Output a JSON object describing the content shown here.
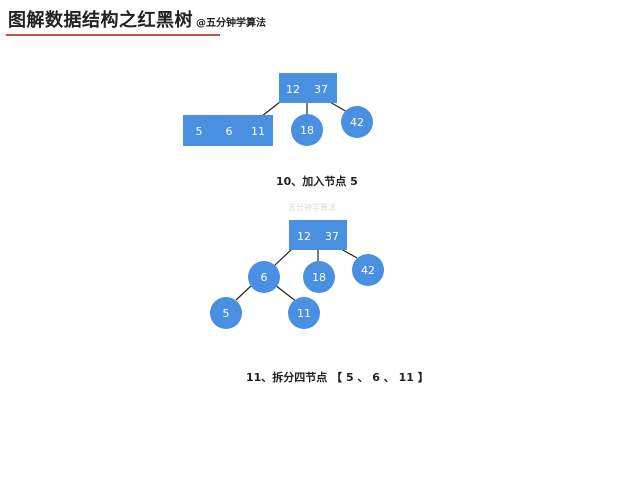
{
  "header": {
    "title": "图解数据结构之红黑树",
    "subtitle": "@五分钟学算法"
  },
  "colors": {
    "node": "#4a90e2",
    "edge": "#222222",
    "accent_line": "#c4553f"
  },
  "diagram1": {
    "root": [
      "12",
      "37"
    ],
    "left_node": [
      "5",
      "6",
      "11"
    ],
    "mid_child": "18",
    "right_child": "42",
    "caption": "10、加入节点 5"
  },
  "watermark": "五分钟学算法",
  "diagram2": {
    "root": [
      "12",
      "37"
    ],
    "left_child": "6",
    "mid_child": "18",
    "right_child": "42",
    "grandchild_left": "5",
    "grandchild_right": "11",
    "caption": "11、拆分四节点 【 5 、 6 、 11 】"
  }
}
